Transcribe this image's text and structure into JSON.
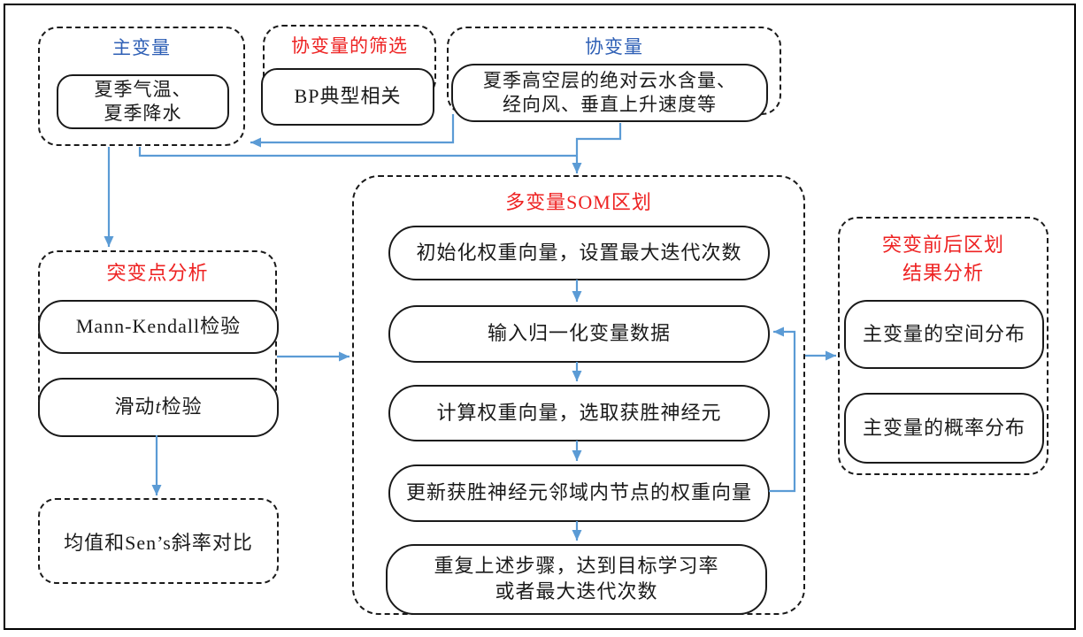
{
  "colors": {
    "blue": "#2e5fb5",
    "red": "#ee2222",
    "arrow": "#5b9bd5",
    "line": "#1a1a1a"
  },
  "primary": {
    "title": "主变量",
    "content": "夏季气温、\n夏季降水"
  },
  "screening": {
    "title": "协变量的筛选",
    "content": "BP典型相关"
  },
  "covariates": {
    "title": "协变量",
    "content": "夏季高空层的绝对云水含量、\n经向风、垂直上升速度等"
  },
  "mutation": {
    "title": "突变点分析",
    "item1": "Mann-Kendall检验",
    "item2_pre": "滑动",
    "item2_italic": "t",
    "item2_post": "检验"
  },
  "comparison": {
    "content": "均值和Sen’s斜率对比"
  },
  "som": {
    "title": "多变量SOM区划",
    "step1": "初始化权重向量，设置最大迭代次数",
    "step2": "输入归一化变量数据",
    "step3": "计算权重向量，选取获胜神经元",
    "step4": "更新获胜神经元邻域内节点的权重向量",
    "step5": "重复上述步骤，达到目标学习率\n或者最大迭代次数"
  },
  "results": {
    "title": "突变前后区划\n结果分析",
    "item1": "主变量的空间分布",
    "item2": "主变量的概率分布"
  }
}
